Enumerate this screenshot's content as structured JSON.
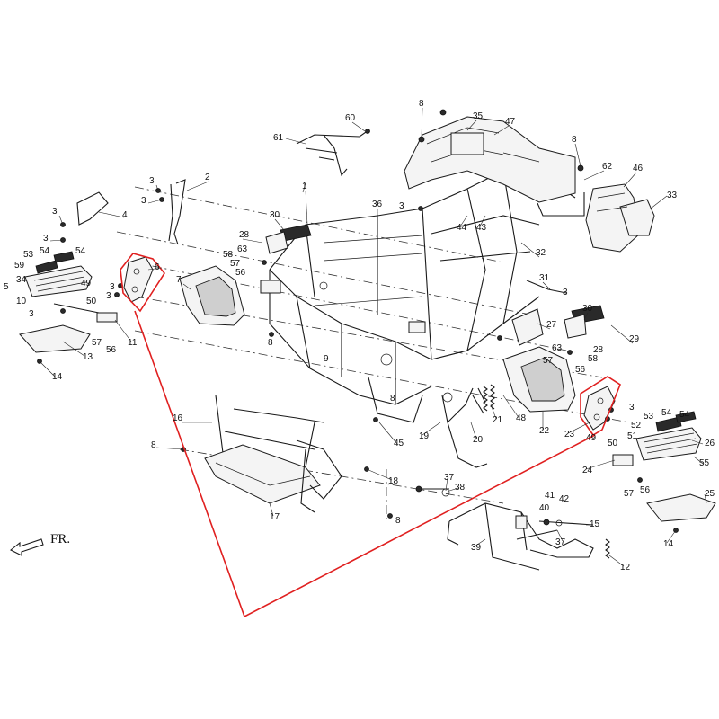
{
  "direction_label": "FR.",
  "colors": {
    "line": "#1a1a1a",
    "highlight": "#e02020",
    "background": "#ffffff"
  },
  "callouts": [
    {
      "id": "1",
      "text": "1"
    },
    {
      "id": "2",
      "text": "2"
    },
    {
      "id": "3a",
      "text": "3"
    },
    {
      "id": "3b",
      "text": "3"
    },
    {
      "id": "3c",
      "text": "3"
    },
    {
      "id": "3d",
      "text": "3"
    },
    {
      "id": "3e",
      "text": "3"
    },
    {
      "id": "3f",
      "text": "3"
    },
    {
      "id": "3g",
      "text": "3"
    },
    {
      "id": "3h",
      "text": "3"
    },
    {
      "id": "3i",
      "text": "3"
    },
    {
      "id": "3j",
      "text": "3"
    },
    {
      "id": "4",
      "text": "4"
    },
    {
      "id": "5",
      "text": "5"
    },
    {
      "id": "6",
      "text": "6"
    },
    {
      "id": "7",
      "text": "7"
    },
    {
      "id": "8a",
      "text": "8"
    },
    {
      "id": "8b",
      "text": "8"
    },
    {
      "id": "8c",
      "text": "8"
    },
    {
      "id": "8d",
      "text": "8"
    },
    {
      "id": "8e",
      "text": "8"
    },
    {
      "id": "8f",
      "text": "8"
    },
    {
      "id": "9",
      "text": "9"
    },
    {
      "id": "10",
      "text": "10"
    },
    {
      "id": "11",
      "text": "11"
    },
    {
      "id": "12",
      "text": "12"
    },
    {
      "id": "13",
      "text": "13"
    },
    {
      "id": "14a",
      "text": "14"
    },
    {
      "id": "14b",
      "text": "14"
    },
    {
      "id": "15",
      "text": "15"
    },
    {
      "id": "16",
      "text": "16"
    },
    {
      "id": "17",
      "text": "17"
    },
    {
      "id": "18",
      "text": "18"
    },
    {
      "id": "19",
      "text": "19"
    },
    {
      "id": "20",
      "text": "20"
    },
    {
      "id": "21",
      "text": "21"
    },
    {
      "id": "22",
      "text": "22"
    },
    {
      "id": "23",
      "text": "23"
    },
    {
      "id": "24",
      "text": "24"
    },
    {
      "id": "25",
      "text": "25"
    },
    {
      "id": "26",
      "text": "26"
    },
    {
      "id": "27",
      "text": "27"
    },
    {
      "id": "28a",
      "text": "28"
    },
    {
      "id": "28b",
      "text": "28"
    },
    {
      "id": "29",
      "text": "29"
    },
    {
      "id": "30a",
      "text": "30"
    },
    {
      "id": "30b",
      "text": "30"
    },
    {
      "id": "31",
      "text": "31"
    },
    {
      "id": "32",
      "text": "32"
    },
    {
      "id": "33",
      "text": "33"
    },
    {
      "id": "34",
      "text": "34"
    },
    {
      "id": "35",
      "text": "35"
    },
    {
      "id": "36",
      "text": "36"
    },
    {
      "id": "37a",
      "text": "37"
    },
    {
      "id": "37b",
      "text": "37"
    },
    {
      "id": "38",
      "text": "38"
    },
    {
      "id": "39",
      "text": "39"
    },
    {
      "id": "40",
      "text": "40"
    },
    {
      "id": "41",
      "text": "41"
    },
    {
      "id": "42",
      "text": "42"
    },
    {
      "id": "43",
      "text": "43"
    },
    {
      "id": "44",
      "text": "44"
    },
    {
      "id": "45",
      "text": "45"
    },
    {
      "id": "46",
      "text": "46"
    },
    {
      "id": "47",
      "text": "47"
    },
    {
      "id": "48",
      "text": "48"
    },
    {
      "id": "49a",
      "text": "49"
    },
    {
      "id": "49b",
      "text": "49"
    },
    {
      "id": "50a",
      "text": "50"
    },
    {
      "id": "50b",
      "text": "50"
    },
    {
      "id": "51",
      "text": "51"
    },
    {
      "id": "52",
      "text": "52"
    },
    {
      "id": "53a",
      "text": "53"
    },
    {
      "id": "53b",
      "text": "53"
    },
    {
      "id": "54a",
      "text": "54"
    },
    {
      "id": "54b",
      "text": "54"
    },
    {
      "id": "54c",
      "text": "54"
    },
    {
      "id": "54d",
      "text": "54"
    },
    {
      "id": "55",
      "text": "55"
    },
    {
      "id": "56a",
      "text": "56"
    },
    {
      "id": "56b",
      "text": "56"
    },
    {
      "id": "56c",
      "text": "56"
    },
    {
      "id": "56d",
      "text": "56"
    },
    {
      "id": "57a",
      "text": "57"
    },
    {
      "id": "57b",
      "text": "57"
    },
    {
      "id": "57c",
      "text": "57"
    },
    {
      "id": "57d",
      "text": "57"
    },
    {
      "id": "58a",
      "text": "58"
    },
    {
      "id": "58b",
      "text": "58"
    },
    {
      "id": "59",
      "text": "59"
    },
    {
      "id": "60",
      "text": "60"
    },
    {
      "id": "61",
      "text": "61"
    },
    {
      "id": "62",
      "text": "62"
    },
    {
      "id": "63a",
      "text": "63"
    },
    {
      "id": "63b",
      "text": "63"
    }
  ]
}
